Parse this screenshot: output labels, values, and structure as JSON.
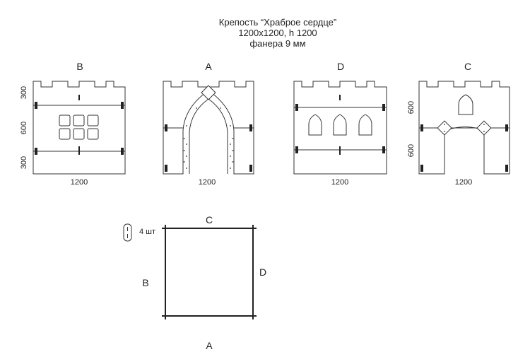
{
  "title": {
    "line1": "Крепость “Храброе сердце”",
    "line2": "1200x1200, h 1200",
    "line3": "фанера 9 мм"
  },
  "panels": [
    {
      "letter": "B",
      "width_label": "1200",
      "side_labels": [
        "300",
        "600",
        "300"
      ]
    },
    {
      "letter": "A",
      "width_label": "1200"
    },
    {
      "letter": "D",
      "width_label": "1200"
    },
    {
      "letter": "C",
      "width_label": "1200",
      "side_labels": [
        "600",
        "600"
      ]
    }
  ],
  "connector": {
    "count_label": "4 шт"
  },
  "plan": {
    "top": "C",
    "left": "B",
    "right": "D",
    "bottom": "A"
  }
}
